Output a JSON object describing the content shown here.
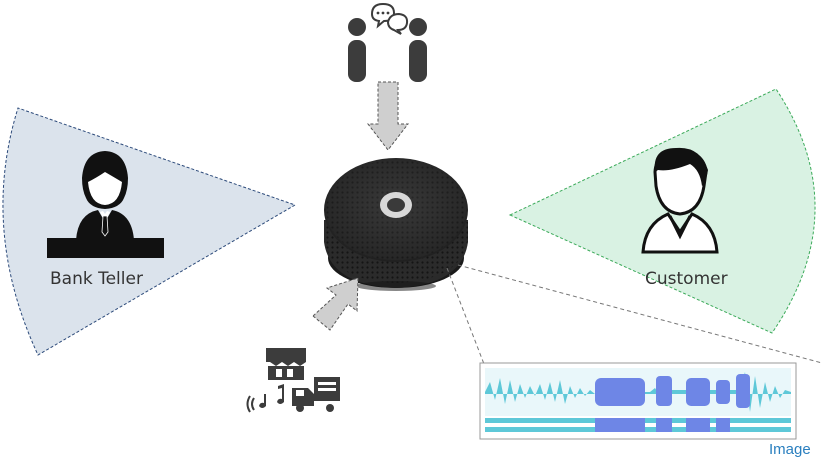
{
  "labels": {
    "bank_teller": "Bank Teller",
    "customer": "Customer",
    "image_caption": "Image"
  },
  "colors": {
    "teller_zone": "#dbe3ec",
    "customer_zone": "#d9f2e3",
    "arrow": "#cfcfcf",
    "icon": "#404040",
    "waveform_main": "#5ec8d8",
    "waveform_highlight": "#6e86e6"
  },
  "icons": {
    "teller": "bank-teller-icon",
    "customer": "customer-icon",
    "conversation": "conversation-people-icon",
    "noise": "store-truck-noise-icon",
    "device": "conference-speakerphone-device"
  }
}
